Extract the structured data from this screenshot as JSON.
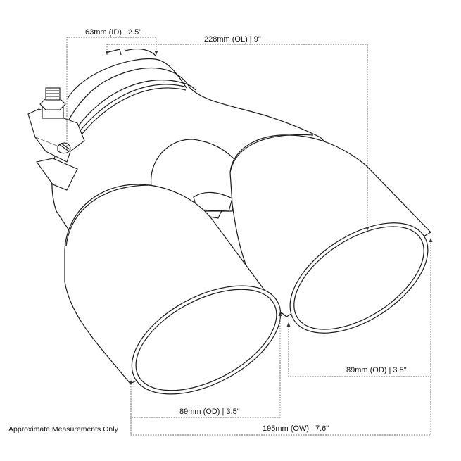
{
  "diagram": {
    "subject": "Dual exhaust tip with clamp",
    "stroke_color": "#1a1a1a",
    "dimension_line_color": "#555555",
    "background": "#ffffff"
  },
  "dimensions": {
    "inlet_id": "63mm (ID) | 2.5\"",
    "overall_length": "228mm (OL) | 9\"",
    "outlet_od_right": "89mm (OD) | 3.5\"",
    "outlet_od_left": "89mm (OD) | 3.5\"",
    "overall_width": "195mm (OW) | 7.6\""
  },
  "note": "Approximate Measurements Only"
}
